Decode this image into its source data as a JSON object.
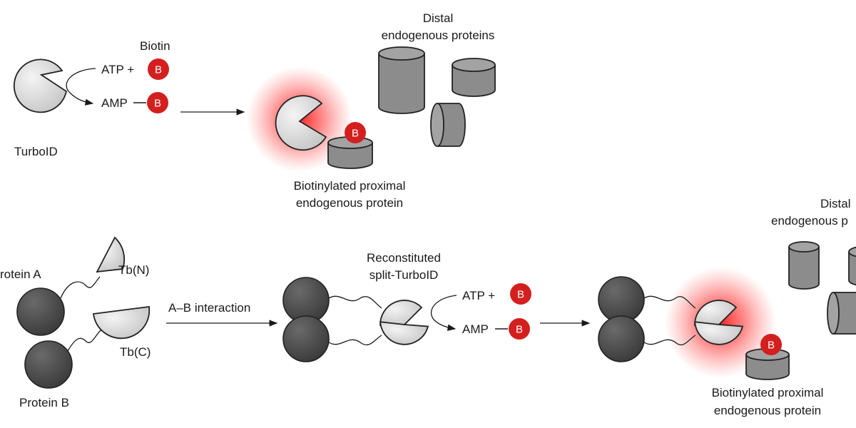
{
  "diagram": {
    "top": {
      "biotin_label": "Biotin",
      "atp_label": "ATP +",
      "amp_label": "AMP",
      "biotin_symbol": "B",
      "enzyme_label": "TurboID",
      "distal_label_line1": "Distal",
      "distal_label_line2": "endogenous proteins",
      "proximal_label_line1": "Biotinylated proximal",
      "proximal_label_line2": "endogenous protein"
    },
    "bottom": {
      "protein_a_label": "rotein A",
      "protein_b_label": "Protein B",
      "tb_n_label": "Tb(N)",
      "tb_c_label": "Tb(C)",
      "interaction_label": "A–B interaction",
      "reconstituted_line1": "Reconstituted",
      "reconstituted_line2": "split-TurboID",
      "atp_label": "ATP +",
      "amp_label": "AMP",
      "biotin_symbol": "B",
      "distal_label_line1": "Distal",
      "distal_label_line2": "endogenous p",
      "proximal_label_line1": "Biotinylated proximal",
      "proximal_label_line2": "endogenous protein"
    },
    "colors": {
      "biotin_red": "#d41f1f",
      "glow_red": "#ff2020",
      "protein_dark": "#4a4a4a",
      "protein_gray": "#8c8c8c",
      "turboid_light": "#e6e6e6"
    }
  }
}
